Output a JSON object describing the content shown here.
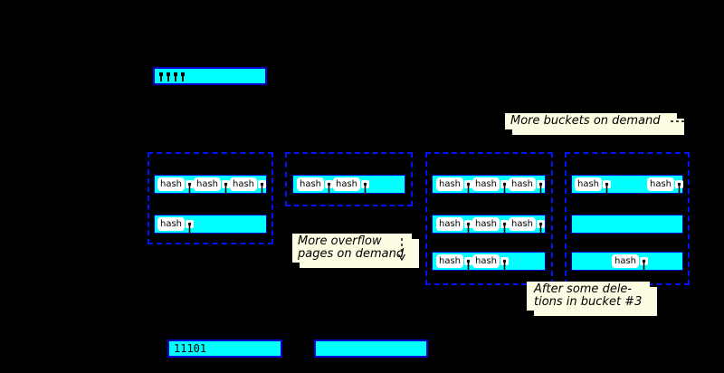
{
  "colors": {
    "background": "#000000",
    "page_fill": "#00ffff",
    "page_border": "#0000d2",
    "bucket_border": "#0014ff",
    "note_fill": "#fdfde3",
    "record_fill": "#ffffff",
    "text": "#000000"
  },
  "directory_page": {
    "pointer_count": 4
  },
  "annotations": {
    "more_buckets": {
      "text": "More buckets on demand",
      "arrow": "right-dashed"
    },
    "more_overflow": {
      "line1": "More overflow",
      "line2": "pages on demand",
      "arrow": "down-dashed"
    },
    "after_deletions": {
      "line1": "After some dele-",
      "line2": "tions in bucket #3"
    }
  },
  "buckets": [
    {
      "id": 1,
      "pages": [
        {
          "records": [
            "hash",
            "hash",
            "hash"
          ]
        },
        {
          "records": [
            "hash"
          ]
        }
      ]
    },
    {
      "id": 2,
      "pages": [
        {
          "records": [
            "hash",
            "hash"
          ]
        }
      ]
    },
    {
      "id": 3,
      "pages": [
        {
          "records": [
            "hash",
            "hash",
            "hash"
          ]
        },
        {
          "records": [
            "hash",
            "hash",
            "hash"
          ]
        },
        {
          "records": [
            "hash",
            "hash"
          ]
        }
      ]
    },
    {
      "id": 4,
      "pages": [
        {
          "records": [
            "hash",
            "hash"
          ]
        },
        {
          "records": []
        },
        {
          "records": [
            "hash"
          ]
        }
      ]
    }
  ],
  "bottom_row": {
    "key_value": "11101",
    "second_box_value": ""
  }
}
